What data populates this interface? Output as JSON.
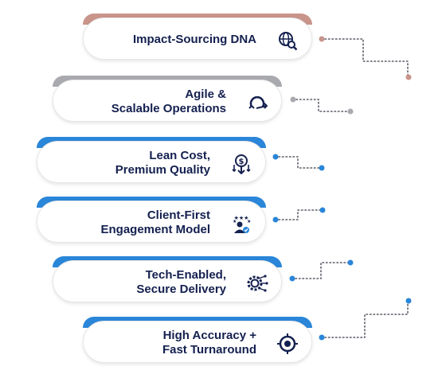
{
  "colors": {
    "rose": "#c9948a",
    "gray": "#a9a9b0",
    "blue": "#2a86d9",
    "navy": "#14204f"
  },
  "items": [
    {
      "lines": [
        "Impact-Sourcing DNA"
      ],
      "icon": "globe-search-icon",
      "accent": "rose"
    },
    {
      "lines": [
        "Agile &",
        "Scalable Operations"
      ],
      "icon": "cycle-arrows-icon",
      "accent": "gray"
    },
    {
      "lines": [
        "Lean Cost,",
        "Premium Quality"
      ],
      "icon": "money-bag-icon",
      "accent": "blue"
    },
    {
      "lines": [
        "Client-First",
        "Engagement Model"
      ],
      "icon": "client-stars-icon",
      "accent": "blue"
    },
    {
      "lines": [
        "Tech-Enabled,",
        "Secure Delivery"
      ],
      "icon": "gear-circuit-icon",
      "accent": "blue"
    },
    {
      "lines": [
        "High Accuracy +",
        "Fast Turnaround"
      ],
      "icon": "target-icon",
      "accent": "blue"
    }
  ]
}
